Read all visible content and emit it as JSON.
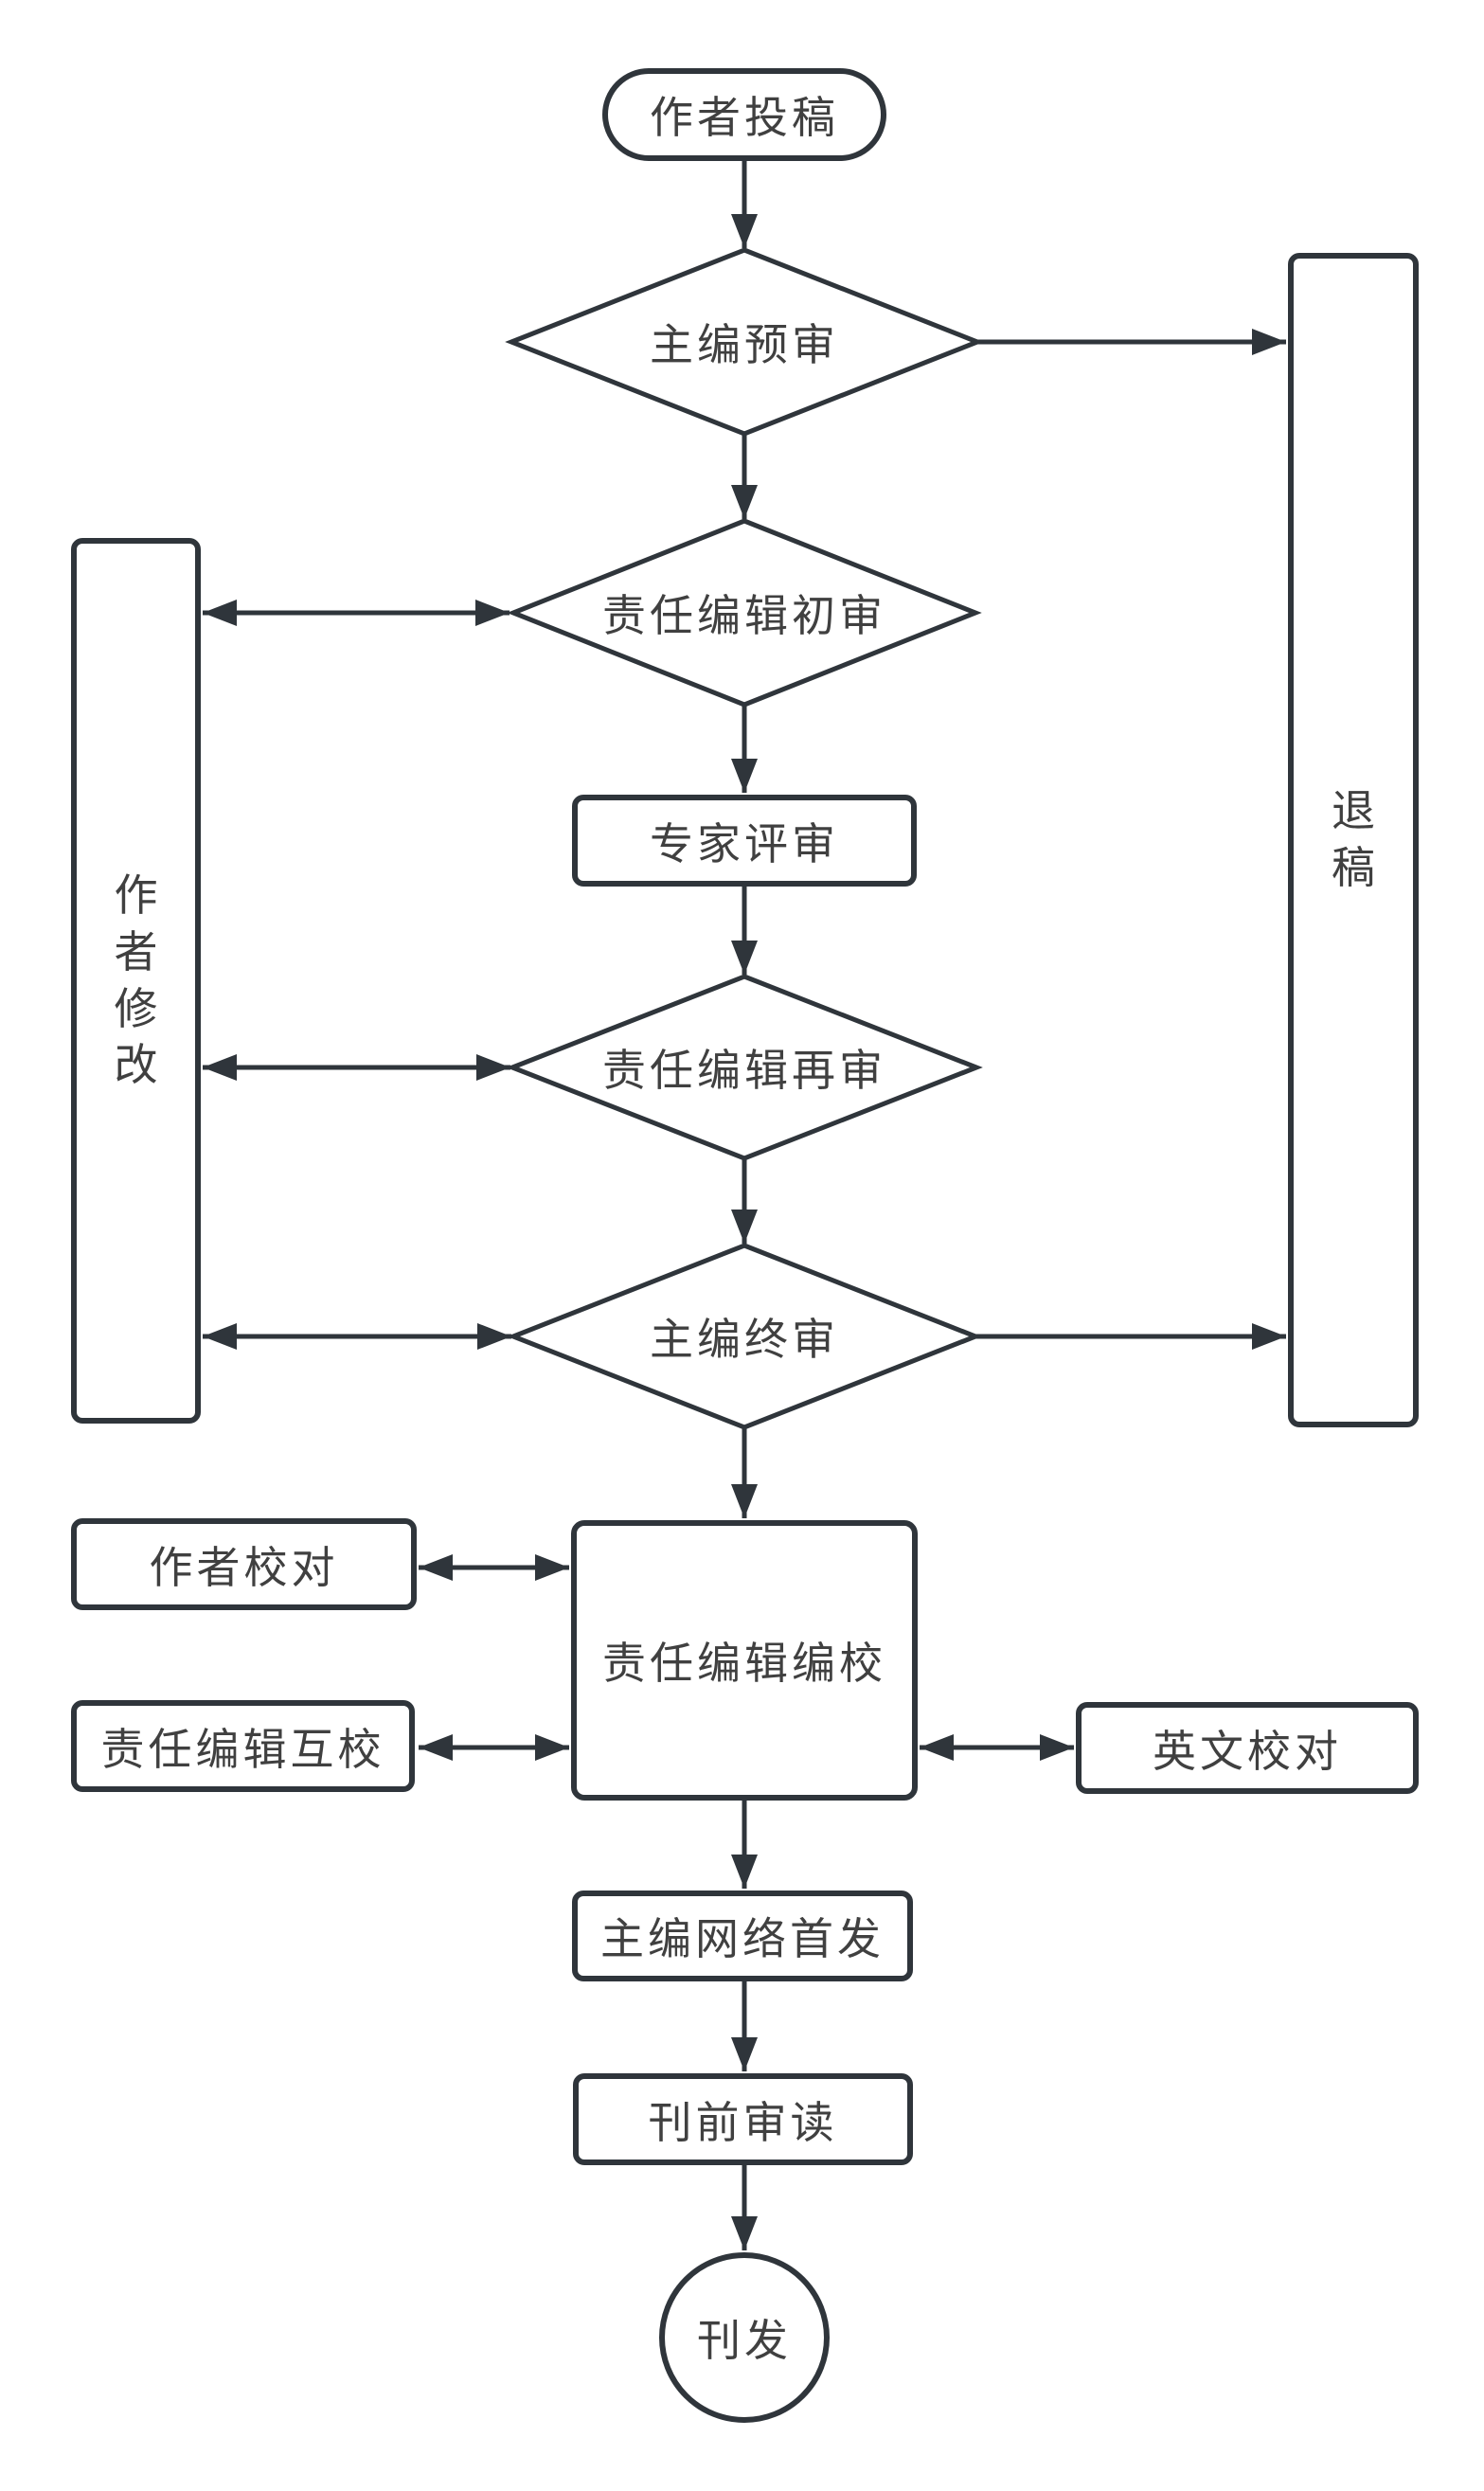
{
  "diagram": {
    "description": "Journal editorial workflow flowchart",
    "colors": {
      "stroke": "#2f353b",
      "text": "#404040",
      "background": "#ffffff"
    },
    "nodes": {
      "submit": {
        "label": "作者投稿",
        "shape": "stadium"
      },
      "chief_pre_review": {
        "label": "主编预审",
        "shape": "diamond"
      },
      "editor_first_review": {
        "label": "责任编辑初审",
        "shape": "diamond"
      },
      "expert_review": {
        "label": "专家评审",
        "shape": "rect"
      },
      "editor_second_review": {
        "label": "责任编辑再审",
        "shape": "diamond"
      },
      "chief_final_review": {
        "label": "主编终审",
        "shape": "diamond"
      },
      "author_revision": {
        "label": "作者修改",
        "shape": "tall-rect"
      },
      "rejection": {
        "label": "退稿",
        "shape": "tall-rect"
      },
      "editor_editing": {
        "label": "责任编辑编校",
        "shape": "rect"
      },
      "author_proofread": {
        "label": "作者校对",
        "shape": "rect"
      },
      "editor_mutual_proofread": {
        "label": "责任编辑互校",
        "shape": "rect"
      },
      "english_proofread": {
        "label": "英文校对",
        "shape": "rect"
      },
      "online_first": {
        "label": "主编网络首发",
        "shape": "rect"
      },
      "pre_publication_review": {
        "label": "刊前审读",
        "shape": "rect"
      },
      "publish": {
        "label": "刊发",
        "shape": "circle"
      }
    },
    "edges": [
      {
        "from": "submit",
        "to": "chief_pre_review",
        "type": "arrow"
      },
      {
        "from": "chief_pre_review",
        "to": "rejection",
        "type": "arrow"
      },
      {
        "from": "chief_pre_review",
        "to": "editor_first_review",
        "type": "arrow"
      },
      {
        "from": "editor_first_review",
        "to": "author_revision",
        "type": "double-arrow"
      },
      {
        "from": "editor_first_review",
        "to": "expert_review",
        "type": "arrow"
      },
      {
        "from": "expert_review",
        "to": "editor_second_review",
        "type": "arrow"
      },
      {
        "from": "editor_second_review",
        "to": "author_revision",
        "type": "double-arrow"
      },
      {
        "from": "editor_second_review",
        "to": "chief_final_review",
        "type": "arrow"
      },
      {
        "from": "chief_final_review",
        "to": "author_revision",
        "type": "double-arrow"
      },
      {
        "from": "chief_final_review",
        "to": "rejection",
        "type": "arrow"
      },
      {
        "from": "chief_final_review",
        "to": "editor_editing",
        "type": "arrow"
      },
      {
        "from": "author_proofread",
        "to": "editor_editing",
        "type": "double-arrow"
      },
      {
        "from": "editor_mutual_proofread",
        "to": "editor_editing",
        "type": "double-arrow"
      },
      {
        "from": "editor_editing",
        "to": "english_proofread",
        "type": "double-arrow"
      },
      {
        "from": "editor_editing",
        "to": "online_first",
        "type": "arrow"
      },
      {
        "from": "online_first",
        "to": "pre_publication_review",
        "type": "arrow"
      },
      {
        "from": "pre_publication_review",
        "to": "publish",
        "type": "arrow"
      }
    ]
  }
}
